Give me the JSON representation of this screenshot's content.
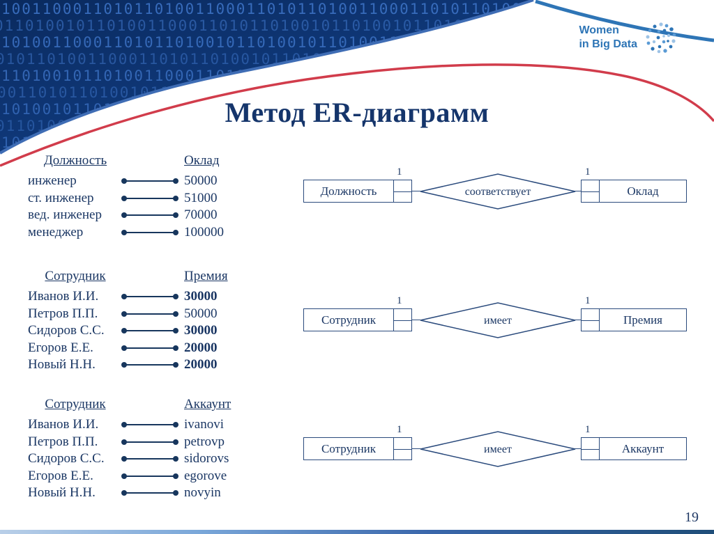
{
  "slide": {
    "title": "Метод ER-диаграмм",
    "page_number": "19"
  },
  "logo": {
    "line1": "Women",
    "line2": "in Big Data"
  },
  "tables": [
    {
      "left_header": "Должность",
      "right_header": "Оклад",
      "rows": [
        {
          "left": "инженер",
          "right": "50000",
          "bold": false
        },
        {
          "left": "ст. инженер",
          "right": "51000",
          "bold": false
        },
        {
          "left": "вед. инженер",
          "right": "70000",
          "bold": false
        },
        {
          "left": "менеджер",
          "right": "100000",
          "bold": false
        }
      ]
    },
    {
      "left_header": "Сотрудник",
      "right_header": "Премия",
      "rows": [
        {
          "left": "Иванов И.И.",
          "right": "30000",
          "bold": true
        },
        {
          "left": "Петров П.П.",
          "right": "50000",
          "bold": false
        },
        {
          "left": "Сидоров С.С.",
          "right": "30000",
          "bold": true
        },
        {
          "left": "Егоров Е.Е.",
          "right": "20000",
          "bold": true
        },
        {
          "left": "Новый Н.Н.",
          "right": "20000",
          "bold": true
        }
      ]
    },
    {
      "left_header": "Сотрудник",
      "right_header": "Аккаунт",
      "rows": [
        {
          "left": "Иванов И.И.",
          "right": "ivanovi",
          "bold": false
        },
        {
          "left": "Петров П.П.",
          "right": "petrovp",
          "bold": false
        },
        {
          "left": "Сидоров С.С.",
          "right": "sidorovs",
          "bold": false
        },
        {
          "left": "Егоров Е.Е.",
          "right": "egorove",
          "bold": false
        },
        {
          "left": "Новый Н.Н.",
          "right": "novyin",
          "bold": false
        }
      ]
    }
  ],
  "diagrams": [
    {
      "left_entity": "Должность",
      "relation": "соответствует",
      "right_entity": "Оклад",
      "left_card": "1",
      "right_card": "1"
    },
    {
      "left_entity": "Сотрудник",
      "relation": "имеет",
      "right_entity": "Премия",
      "left_card": "1",
      "right_card": "1"
    },
    {
      "left_entity": "Сотрудник",
      "relation": "имеет",
      "right_entity": "Аккаунт",
      "left_card": "1",
      "right_card": "1"
    }
  ],
  "decoration": {
    "binary_rows": [
      "1001100011010110100110001101011010011000110101101001100011010110",
      "0110100101101001100011010110100101101001011010011000110101101001",
      "1010011000110101101001011010010110100110001101011010010110100101",
      "0101101001100011010110100101101001011010011000110101",
      "1101001011010011000110101101001011010010110",
      "001101011010010110100101101001100011",
      "10100101101001011010011000",
      "011010010110100101",
      "1010010110"
    ]
  },
  "colors": {
    "navy_text": "#1b3764",
    "title_navy": "#15356b",
    "diagram_border": "#2a4a7c",
    "logo_blue": "#2e75b6",
    "swoosh_red": "#d13c4b",
    "binary_bg_dark": "#0a2a5e",
    "binary_digit": "#3a6fc0"
  }
}
